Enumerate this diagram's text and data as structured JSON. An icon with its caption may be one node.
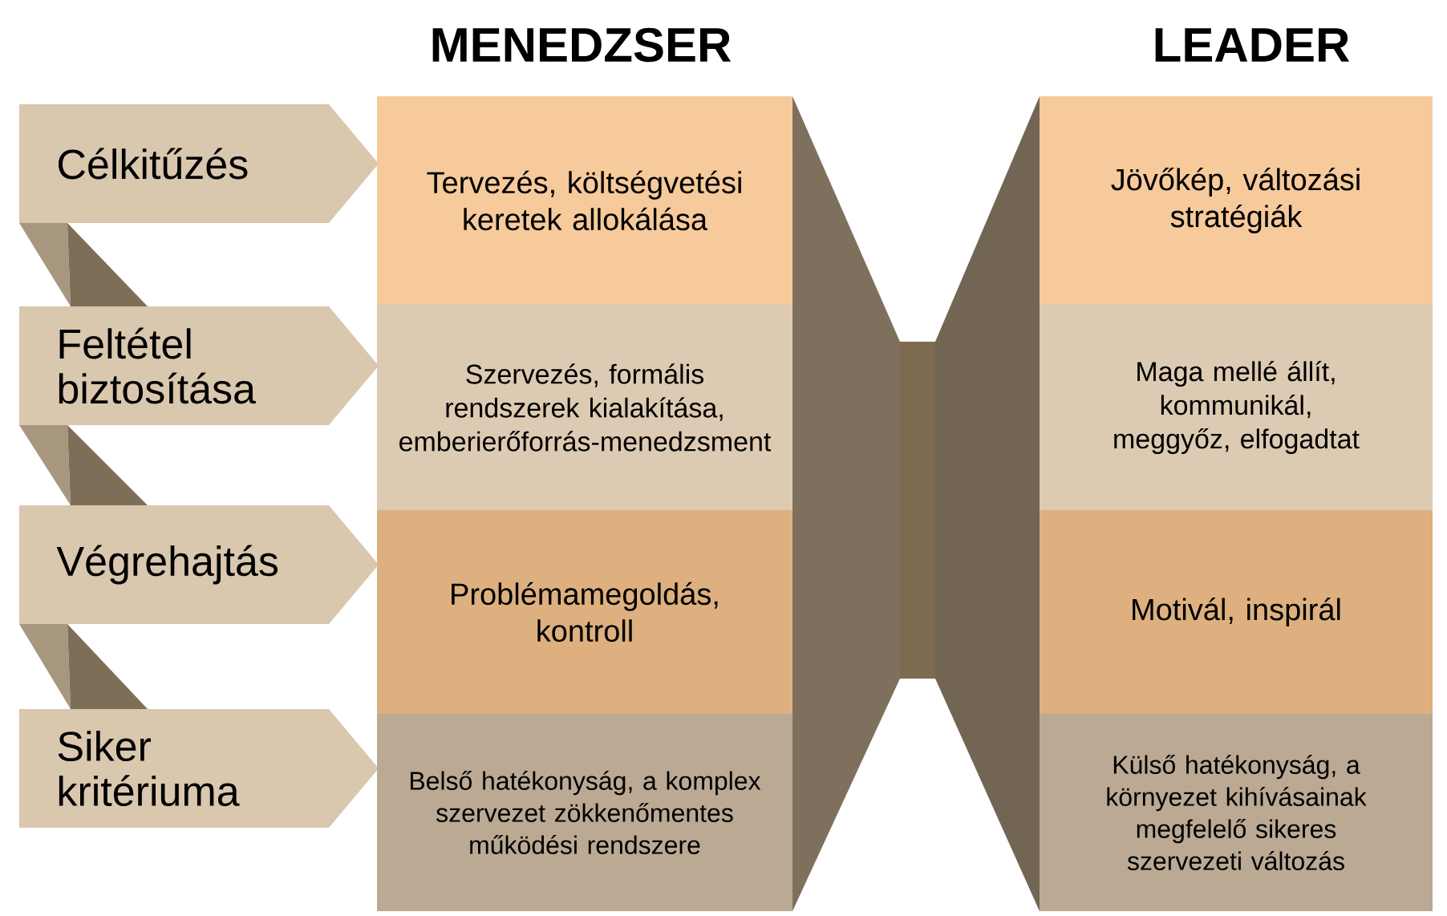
{
  "diagram": {
    "nodes": [
      {
        "text": [
          "Célkitűzés"
        ]
      },
      {
        "text": [
          "Tervezés, költségvetési keretek allokálása"
        ]
      },
      {
        "text": [
          "Jövőkép, változási stratégiák"
        ]
      },
      {
        "text": [
          "Feltétel biztosítása"
        ]
      },
      {
        "text": [
          "Szervezés, formális rendszerek kialakítása, emberierőforrás-menedzsment"
        ]
      },
      {
        "text": [
          "Maga mellé állít, kommunikál, meggyőz, elfogadtat"
        ]
      },
      {
        "text": [
          "Végrehajtás"
        ]
      },
      {
        "text": [
          "Problémamegoldás, kontroll"
        ]
      },
      {
        "text": [
          "Motivál, inspirál"
        ]
      },
      {
        "text": [
          "Siker kritériuma"
        ]
      },
      {
        "text": [
          "Belső hatékonyság, a komplex szervezet zökkenőmentes működési rendszere"
        ]
      },
      {
        "text": [
          "Külső hatékonyság, a környezet kihívásainak megfelelő sikeres szervezeti változás"
        ]
      }
    ],
    "labels": [
      "MENEDZSER",
      "LEADER"
    ]
  }
}
